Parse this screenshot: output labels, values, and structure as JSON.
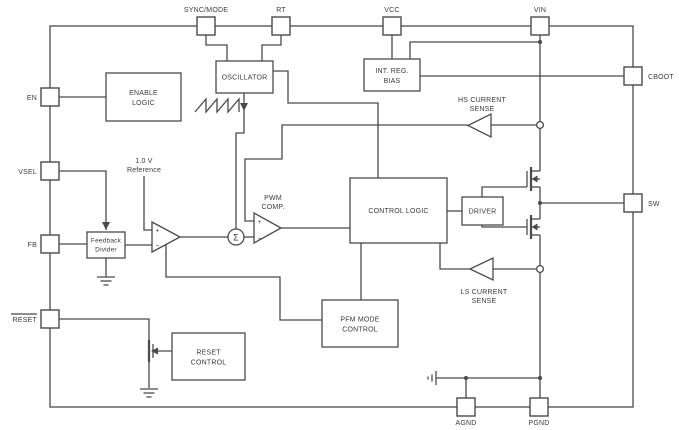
{
  "colors": {
    "line": "#4a4a4a",
    "text": "#3a3a3a",
    "background": "#ffffff"
  },
  "pins": {
    "top": [
      {
        "label": "SYNC/MODE"
      },
      {
        "label": "RT"
      },
      {
        "label": "VCC"
      },
      {
        "label": "VIN"
      }
    ],
    "left": [
      {
        "label": "EN"
      },
      {
        "label": "VSEL"
      },
      {
        "label": "FB"
      },
      {
        "label": "RESET",
        "active_low": true
      }
    ],
    "right": [
      {
        "label": "CBOOT"
      },
      {
        "label": "SW"
      }
    ],
    "bottom": [
      {
        "label": "AGND"
      },
      {
        "label": "PGND"
      }
    ]
  },
  "blocks": {
    "enable_logic": {
      "line1": "ENABLE",
      "line2": "LOGIC"
    },
    "oscillator": {
      "line1": "OSCILLATOR"
    },
    "int_reg_bias": {
      "line1": "INT. REG.",
      "line2": "BIAS"
    },
    "feedback_divider": {
      "line1": "Feedback",
      "line2": "Divider"
    },
    "control_logic": {
      "line1": "CONTROL LOGIC"
    },
    "driver": {
      "line1": "DRIVER"
    },
    "pfm_mode_control": {
      "line1": "PFM MODE",
      "line2": "CONTROL"
    },
    "reset_control": {
      "line1": "RESET",
      "line2": "CONTROL"
    }
  },
  "annotations": {
    "reference": {
      "line1": "1.0 V",
      "line2": "Reference"
    },
    "pwm_comp": {
      "line1": "PWM",
      "line2": "COMP."
    },
    "hs_current_sense": {
      "line1": "HS CURRENT",
      "line2": "SENSE"
    },
    "ls_current_sense": {
      "line1": "LS CURRENT",
      "line2": "SENSE"
    },
    "summing_node": "Σ",
    "plus": "+",
    "minus": "−"
  }
}
